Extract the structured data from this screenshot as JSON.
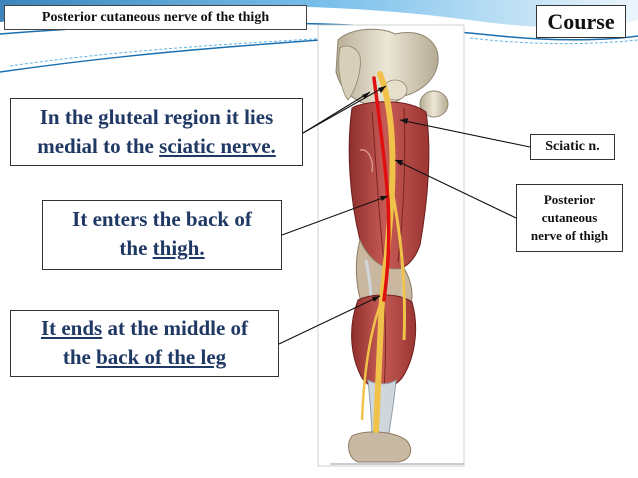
{
  "header": {
    "title": "Posterior cutaneous nerve of the thigh",
    "badge": "Course"
  },
  "notes": [
    {
      "lines": [
        [
          "In the gluteal region it lies"
        ],
        [
          "medial to the ",
          "sciatic nerve."
        ]
      ]
    },
    {
      "lines": [
        [
          "It enters the back of"
        ],
        [
          "the ",
          "thigh."
        ]
      ]
    },
    {
      "lines": [
        [
          "It ends",
          " at the middle of"
        ],
        [
          "the ",
          "back of the leg"
        ]
      ]
    }
  ],
  "labels": {
    "sciatic": "Sciatic n.",
    "posterior": [
      "Posterior",
      "cutaneous",
      "nerve of thigh"
    ]
  },
  "colors": {
    "text_blue": "#1f3864",
    "muscle": "#b94a48",
    "nerve": "#f0c24a",
    "artery": "#e01010",
    "bone": "#d9d2bf",
    "tendon": "#cfd6dc",
    "header_band": "#3a8fcf"
  }
}
